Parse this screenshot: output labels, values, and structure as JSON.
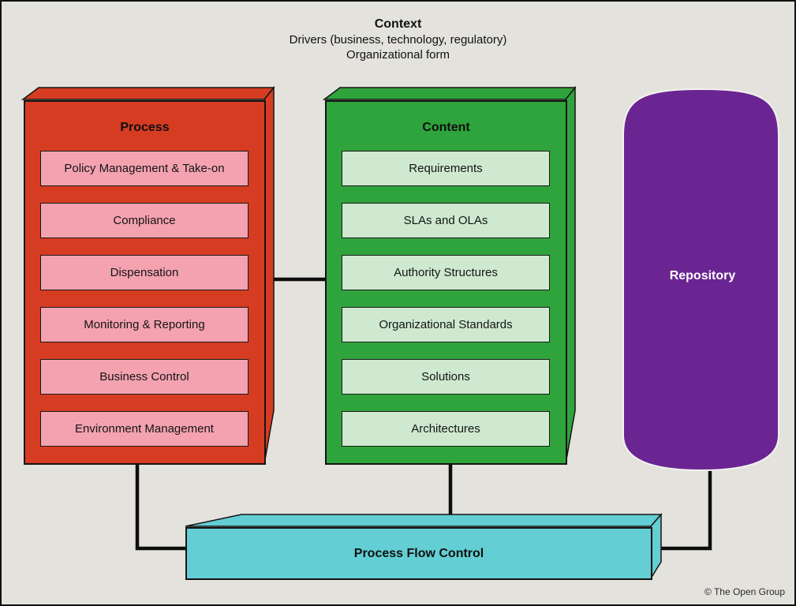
{
  "header": {
    "title": "Context",
    "line2": "Drivers (business, technology, regulatory)",
    "line3": "Organizational form"
  },
  "process": {
    "title": "Process",
    "items": [
      "Policy Management & Take-on",
      "Compliance",
      "Dispensation",
      "Monitoring & Reporting",
      "Business Control",
      "Environment Management"
    ]
  },
  "content": {
    "title": "Content",
    "items": [
      "Requirements",
      "SLAs and OLAs",
      "Authority Structures",
      "Organizational Standards",
      "Solutions",
      "Architectures"
    ]
  },
  "repository": {
    "title": "Repository"
  },
  "process_flow": {
    "title": "Process Flow Control"
  },
  "footer": {
    "copyright": "© The Open Group"
  },
  "colors": {
    "background": "#e3e2dd",
    "process_box": "#d63c22",
    "process_item": "#f4a2b0",
    "content_box": "#2fa43c",
    "content_item": "#cee9cf",
    "repository": "#6a2592",
    "flow_box": "#63ced3",
    "connector": "#0d0d0d"
  }
}
